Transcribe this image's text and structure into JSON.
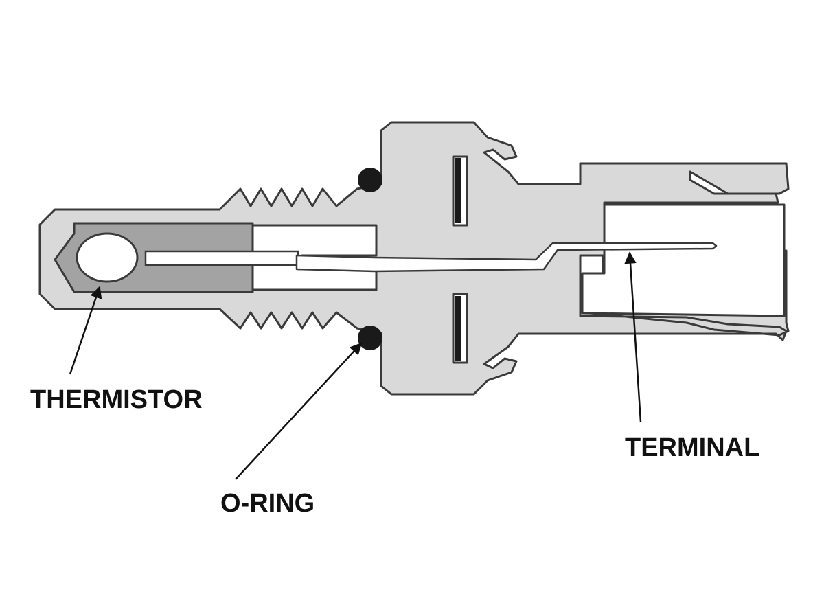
{
  "labels": {
    "thermistor": "THERMISTOR",
    "o_ring": "O-RING",
    "terminal": "TERMINAL"
  },
  "colors": {
    "body_fill": "#d9d9d9",
    "thermistor_pocket": "#a3a3a3",
    "outline": "#3a3a3a",
    "o_ring": "#1a1a1a",
    "label_text": "#111111",
    "background": "#ffffff"
  }
}
